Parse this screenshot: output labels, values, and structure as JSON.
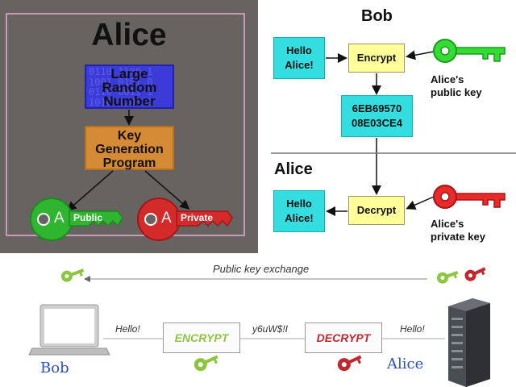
{
  "left_panel": {
    "title": "Alice",
    "random_box": {
      "line1": "Large",
      "line2": "Random",
      "line3": "Number",
      "bits": "0110 1100 1\n1001 0101 0\n0110 0011 1\n1010 1100 0"
    },
    "keygen_box": {
      "line1": "Key",
      "line2": "Generation",
      "line3": "Program"
    },
    "public_key": {
      "glyph": "A",
      "label": "Public",
      "color": "#2fb52f"
    },
    "private_key": {
      "glyph": "A",
      "label": "Private",
      "color": "#d42a2a"
    }
  },
  "right_panel": {
    "sender_title": "Bob",
    "receiver_title": "Alice",
    "plain_top": {
      "line1": "Hello",
      "line2": "Alice!"
    },
    "encrypt_label": "Encrypt",
    "cipher": {
      "line1": "6EB69570",
      "line2": "08E03CE4"
    },
    "plain_bottom": {
      "line1": "Hello",
      "line2": "Alice!"
    },
    "decrypt_label": "Decrypt",
    "public_key_label": {
      "line1": "Alice's",
      "line2": "public key",
      "color": "#33dd33"
    },
    "private_key_label": {
      "line1": "Alice's",
      "line2": "private key",
      "color": "#e82a2a"
    }
  },
  "bottom_flow": {
    "exchange_label": "Public key exchange",
    "sender": "Bob",
    "receiver": "Alice",
    "plaintext_in": "Hello!",
    "encrypt_label": "ENCRYPT",
    "ciphertext": "y6uW$!I",
    "decrypt_label": "DECRYPT",
    "plaintext_out": "Hello!",
    "colors": {
      "green": "#8cc63f",
      "red": "#c1272d"
    }
  }
}
